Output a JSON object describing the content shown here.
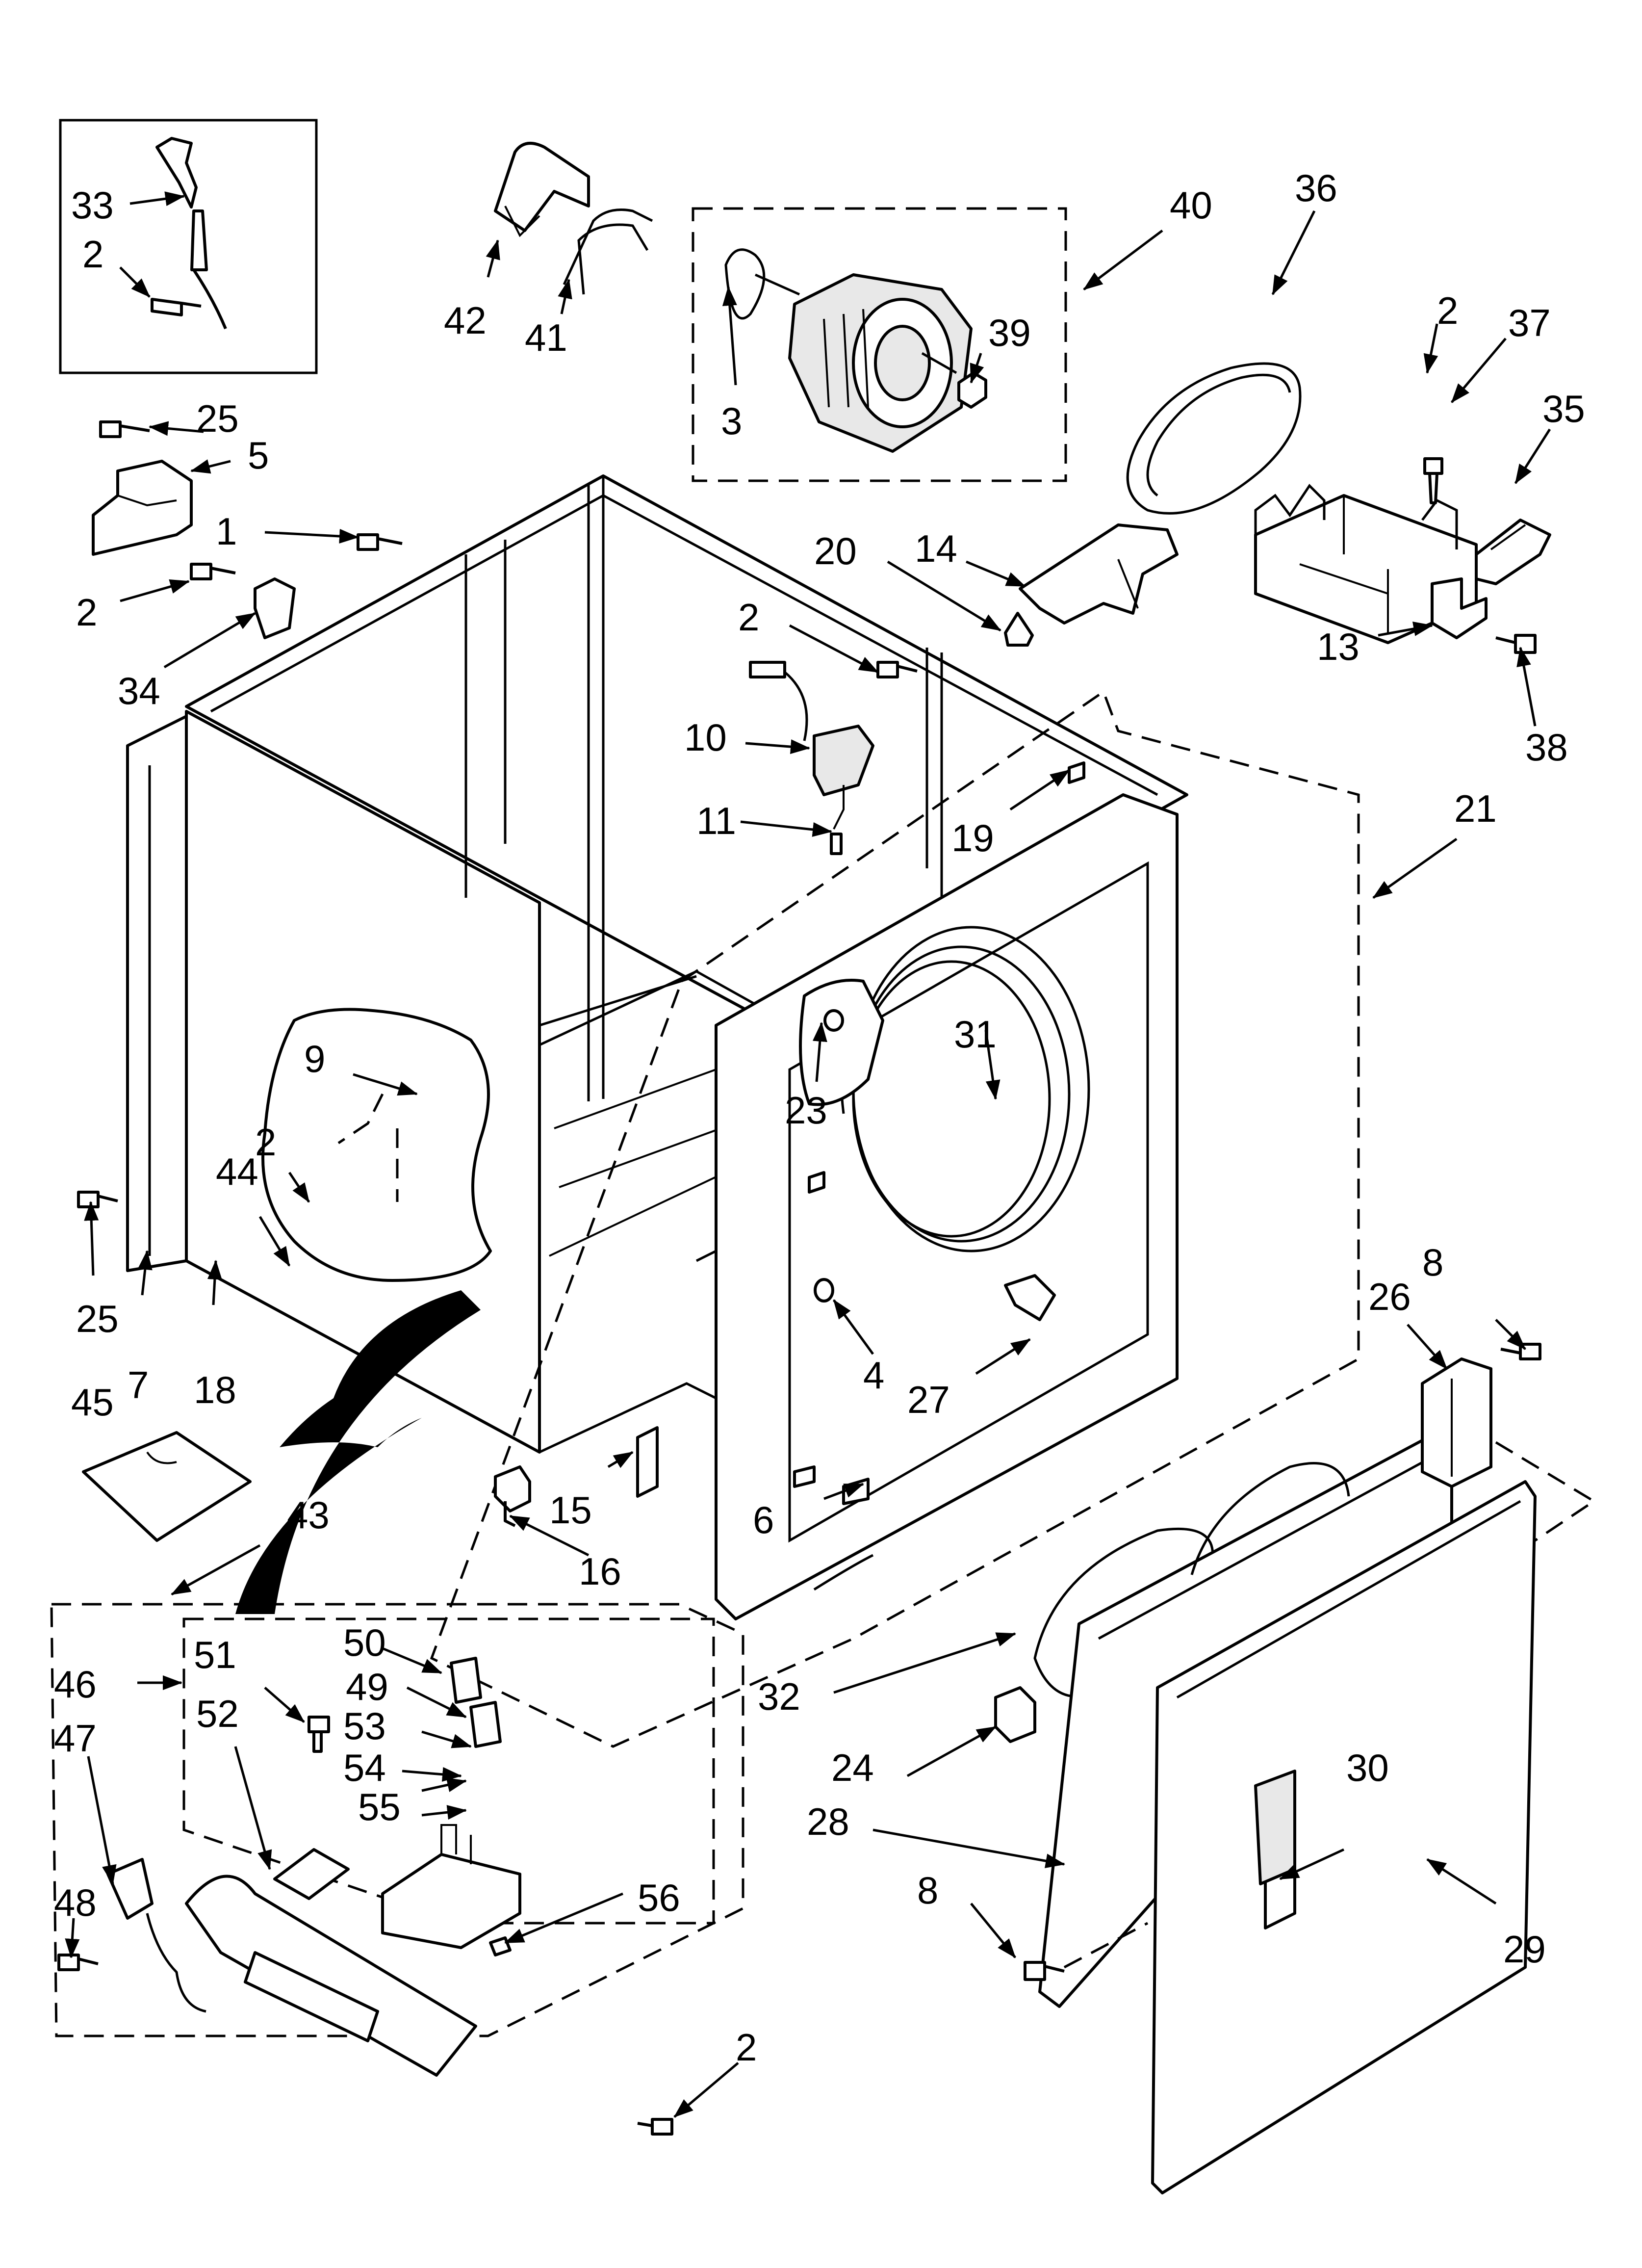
{
  "callouts": [
    {
      "id": "c33",
      "text": "33"
    },
    {
      "id": "c2a",
      "text": "2"
    },
    {
      "id": "c42",
      "text": "42"
    },
    {
      "id": "c41",
      "text": "41"
    },
    {
      "id": "c40",
      "text": "40"
    },
    {
      "id": "c36",
      "text": "36"
    },
    {
      "id": "c39",
      "text": "39"
    },
    {
      "id": "c3",
      "text": "3"
    },
    {
      "id": "c2b",
      "text": "2"
    },
    {
      "id": "c37",
      "text": "37"
    },
    {
      "id": "c35",
      "text": "35"
    },
    {
      "id": "c25a",
      "text": "25"
    },
    {
      "id": "c5",
      "text": "5"
    },
    {
      "id": "c1",
      "text": "1"
    },
    {
      "id": "c2c",
      "text": "2"
    },
    {
      "id": "c34",
      "text": "34"
    },
    {
      "id": "c20",
      "text": "20"
    },
    {
      "id": "c14",
      "text": "14"
    },
    {
      "id": "c2d",
      "text": "2"
    },
    {
      "id": "c13",
      "text": "13"
    },
    {
      "id": "c38",
      "text": "38"
    },
    {
      "id": "c10",
      "text": "10"
    },
    {
      "id": "c11",
      "text": "11"
    },
    {
      "id": "c19",
      "text": "19"
    },
    {
      "id": "c21",
      "text": "21"
    },
    {
      "id": "c31",
      "text": "31"
    },
    {
      "id": "c9",
      "text": "9"
    },
    {
      "id": "c2e",
      "text": "2"
    },
    {
      "id": "c23",
      "text": "23"
    },
    {
      "id": "c44",
      "text": "44"
    },
    {
      "id": "c25b",
      "text": "25"
    },
    {
      "id": "c7",
      "text": "7"
    },
    {
      "id": "c18",
      "text": "18"
    },
    {
      "id": "c4",
      "text": "4"
    },
    {
      "id": "c27",
      "text": "27"
    },
    {
      "id": "c8a",
      "text": "8"
    },
    {
      "id": "c26",
      "text": "26"
    },
    {
      "id": "c45",
      "text": "45"
    },
    {
      "id": "c15",
      "text": "15"
    },
    {
      "id": "c6",
      "text": "6"
    },
    {
      "id": "c43",
      "text": "43"
    },
    {
      "id": "c16",
      "text": "16"
    },
    {
      "id": "c50",
      "text": "50"
    },
    {
      "id": "c51",
      "text": "51"
    },
    {
      "id": "c49",
      "text": "49"
    },
    {
      "id": "c46",
      "text": "46"
    },
    {
      "id": "c52",
      "text": "52"
    },
    {
      "id": "c53",
      "text": "53"
    },
    {
      "id": "c47",
      "text": "47"
    },
    {
      "id": "c54",
      "text": "54"
    },
    {
      "id": "c55",
      "text": "55"
    },
    {
      "id": "c32",
      "text": "32"
    },
    {
      "id": "c24",
      "text": "24"
    },
    {
      "id": "c30",
      "text": "30"
    },
    {
      "id": "c28",
      "text": "28"
    },
    {
      "id": "c56",
      "text": "56"
    },
    {
      "id": "c48",
      "text": "48"
    },
    {
      "id": "c8b",
      "text": "8"
    },
    {
      "id": "c29",
      "text": "29"
    },
    {
      "id": "c2f",
      "text": "2"
    }
  ]
}
